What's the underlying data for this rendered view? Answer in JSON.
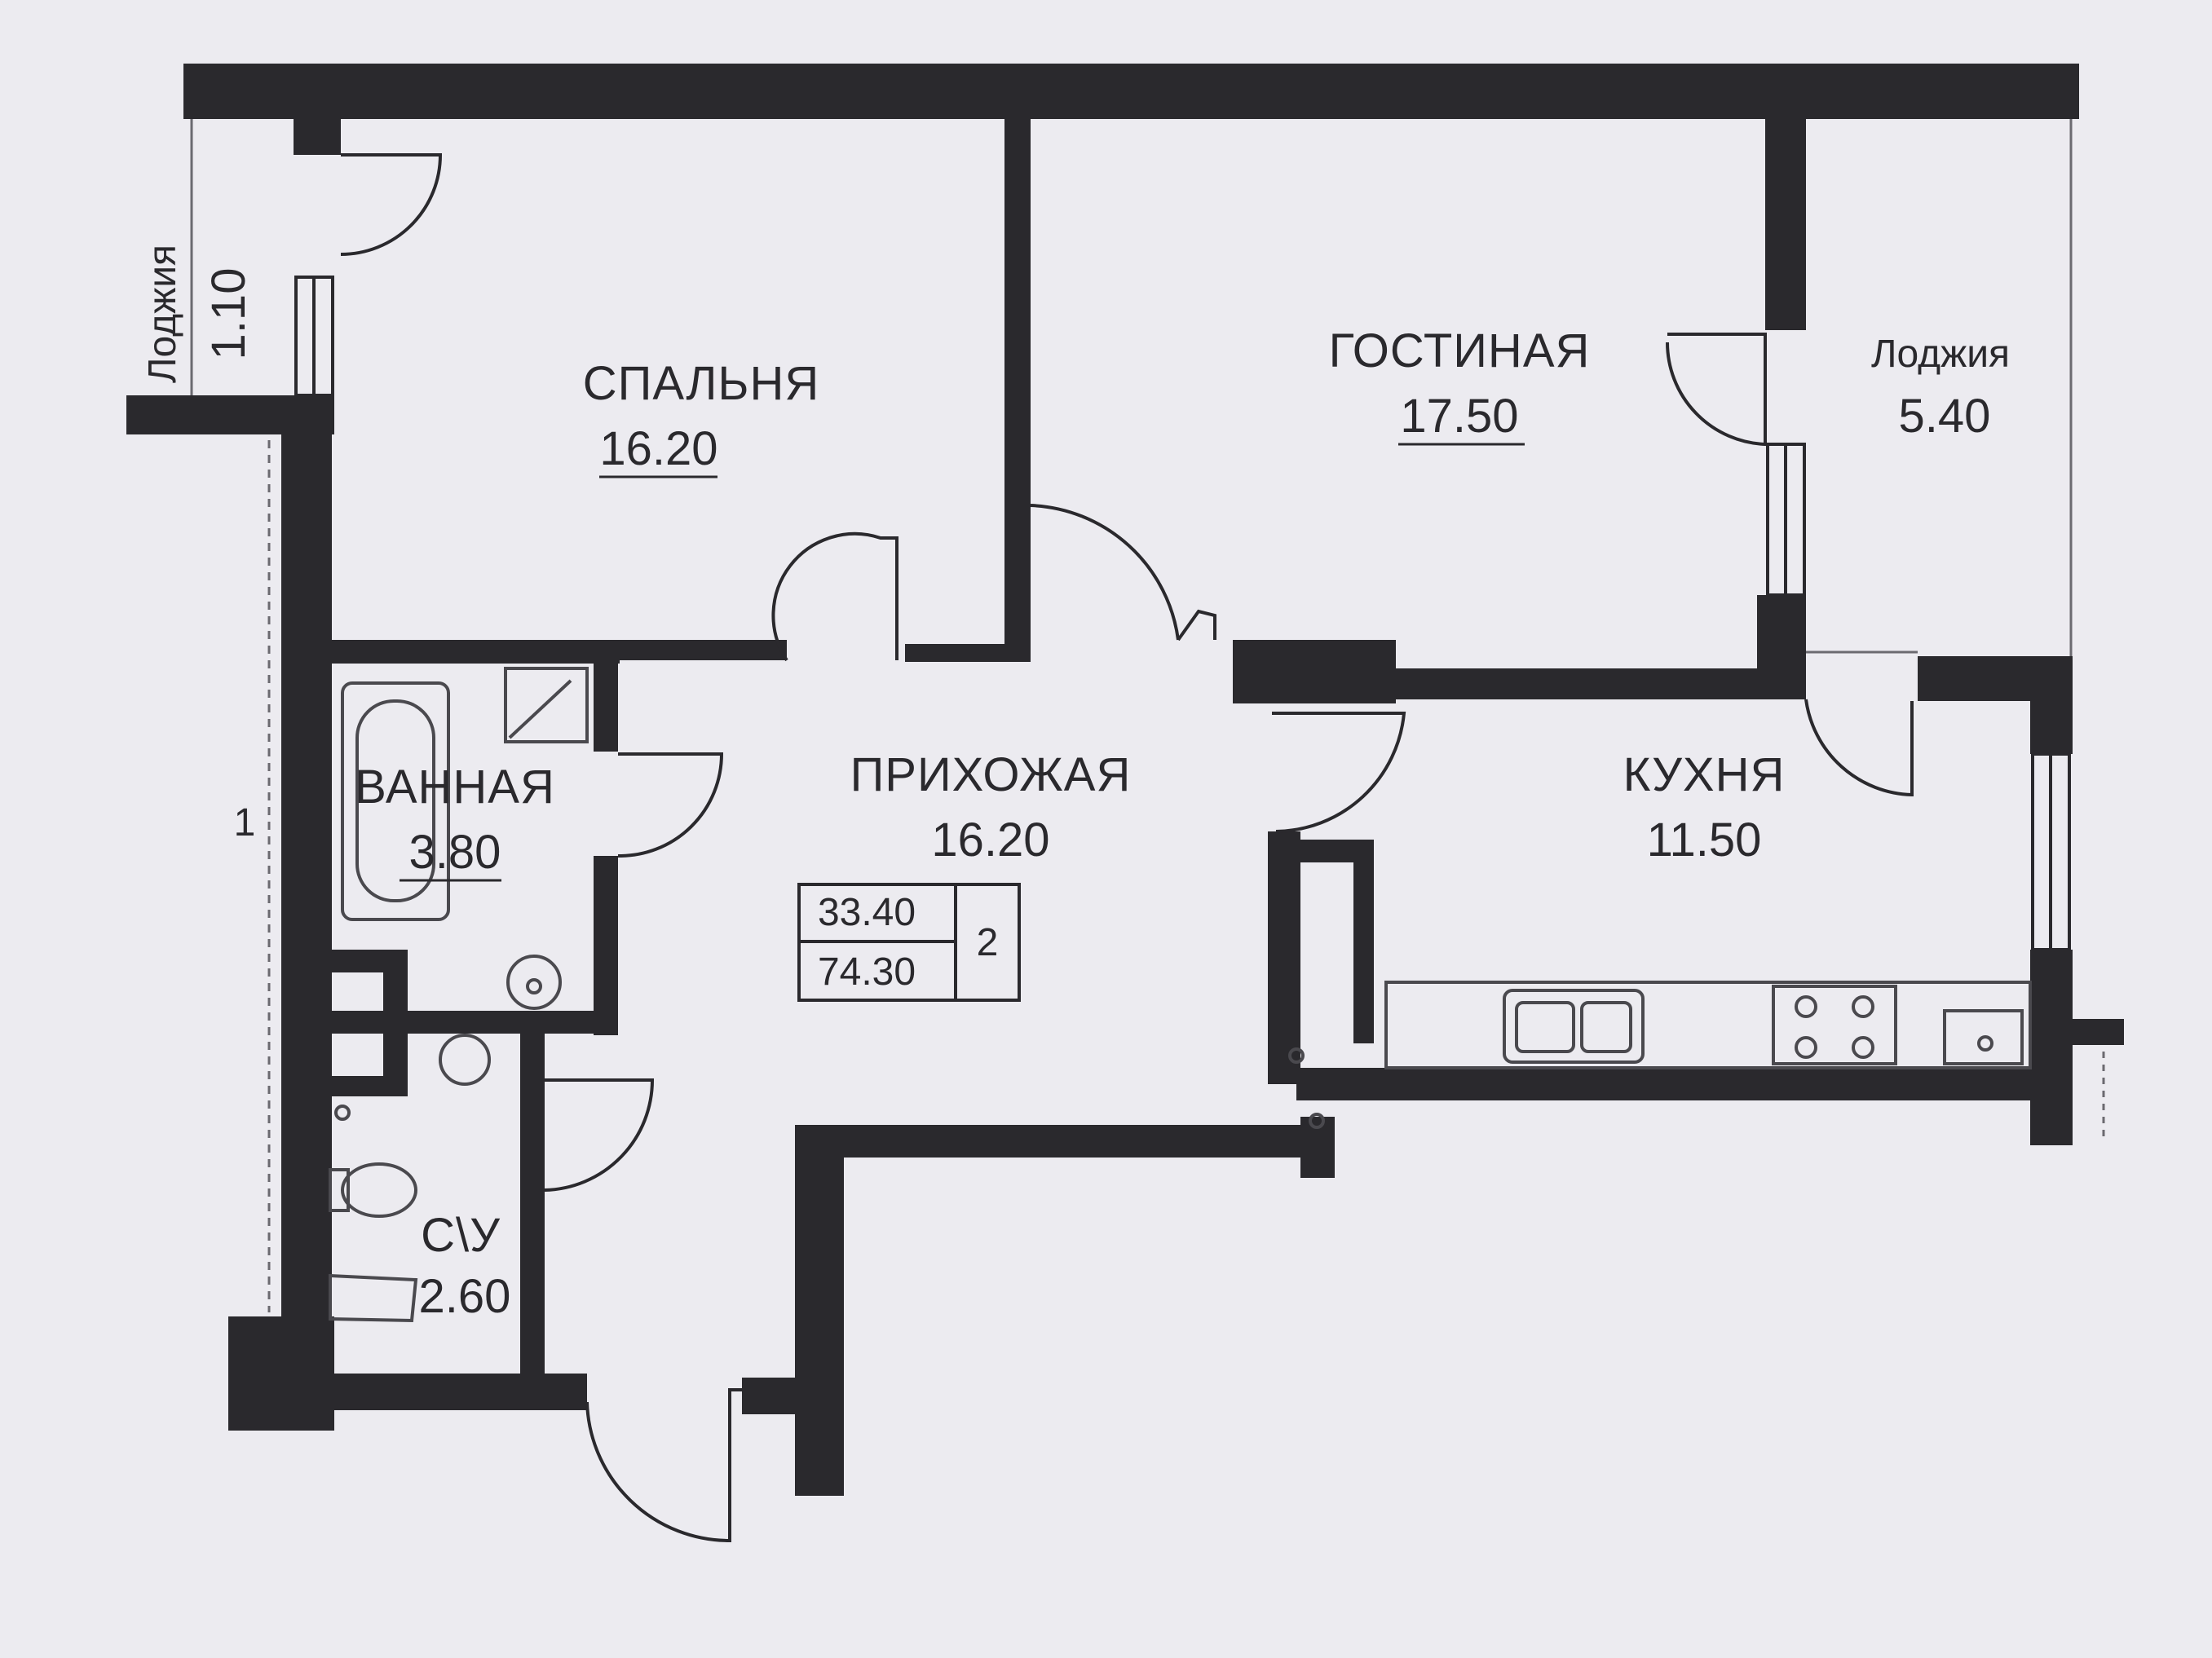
{
  "rooms": {
    "loggia_left": {
      "name": "Лоджия",
      "area": "1.10"
    },
    "bedroom": {
      "name": "СПАЛЬНЯ",
      "area": "16.20"
    },
    "living": {
      "name": "ГОСТИНАЯ",
      "area": "17.50"
    },
    "loggia_right": {
      "name": "Лоджия",
      "area": "5.40"
    },
    "bathroom": {
      "name": "ВАННАЯ",
      "area": "3.80"
    },
    "hallway": {
      "name": "ПРИХОЖАЯ",
      "area": "16.20"
    },
    "kitchen": {
      "name": "КУХНЯ",
      "area": "11.50"
    },
    "wc": {
      "name": "С\\У",
      "area": "2.60"
    }
  },
  "summary": {
    "living_area": "33.40",
    "total_area": "74.30",
    "room_count": "2"
  },
  "side_mark": "1"
}
